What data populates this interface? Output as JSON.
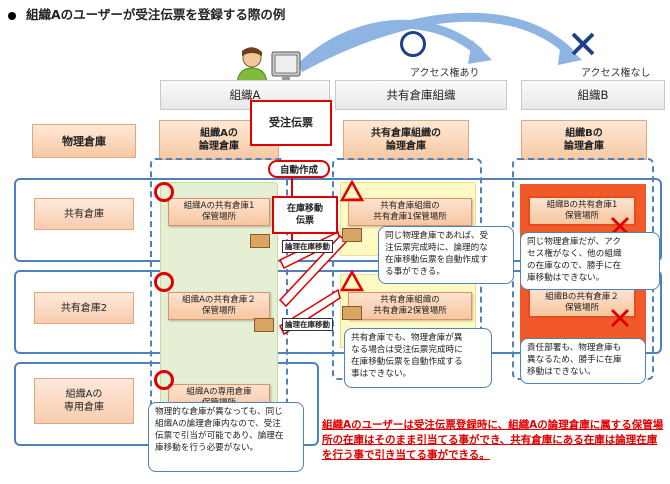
{
  "title": "組織Aのユーザーが受注伝票を登録する際の例",
  "access": {
    "ok_label": "アクセス権あり",
    "ng_label": "アクセス権なし"
  },
  "columns": {
    "org_a": "組織A",
    "shared_org": "共有倉庫組織",
    "org_b": "組織B"
  },
  "row_header": "物理倉庫",
  "logical_headers": {
    "org_a": "組織Aの\n論理倉庫",
    "shared_org": "共有倉庫組織の\n論理倉庫",
    "org_b": "組織Bの\n論理倉庫"
  },
  "rows": {
    "shared1": "共有倉庫",
    "shared2": "共有倉庫2",
    "dedicated": "組織Aの\n専用倉庫"
  },
  "slip": {
    "order": "受注伝票",
    "auto": "自動作成",
    "transfer": "在庫移動\n伝票"
  },
  "tags": {
    "transfer1": "論理在庫移動",
    "transfer2": "論理在庫移動"
  },
  "locations": {
    "a_shared1": "組織Aの共有倉庫1\n保管場所",
    "s_shared1": "共有倉庫組織の\n共有倉庫1保管場所",
    "b_shared1": "組織Bの共有倉庫1\n保管場所",
    "a_shared2": "組織Aの共有倉庫２\n保管場所",
    "s_shared2": "共有倉庫組織の\n共有倉庫2保管場所",
    "b_shared2": "組織Bの共有倉庫２\n保管場所",
    "a_dedicated": "組織Aの専用倉庫\n保管場所"
  },
  "callouts": {
    "same_wh": "同じ物理倉庫であれば、受\n注伝票完成時に、論理的な\n在庫移動伝票を自動作成す\nる事ができる。",
    "org_b_shared1": "同じ物理倉庫だが、アク\nセス権がなく、他の組織\nの在庫なので、勝手に在\n庫移動はできない。",
    "diff_wh": "共有倉庫でも、物理倉庫が異\nなる場合は受注伝票完成時に\n在庫移動伝票を自動作成する\n事はできない。",
    "org_b_shared2": "責任部署も、物理倉庫も\n異なるため、勝手に在庫\n移動はできない。",
    "dedicated": "物理的な倉庫が異なっても、同じ\n組織Aの論理倉庫内なので、受注\n伝票で引当が可能であり、論理在\n庫移動を行う必要がない。"
  },
  "footnote": "組織Aのユーザーは受注伝票登録時に、組織Aの論理倉庫に属する保管場所の在庫はそのまま引当てる事ができ、共有倉庫にある在庫は論理在庫を行う事で引き当てる事ができる。",
  "colors": {
    "red": "#e00000",
    "blue": "#4f81bd",
    "green_pane": "#e4efd3",
    "yellow_pane": "#fff9c4"
  }
}
